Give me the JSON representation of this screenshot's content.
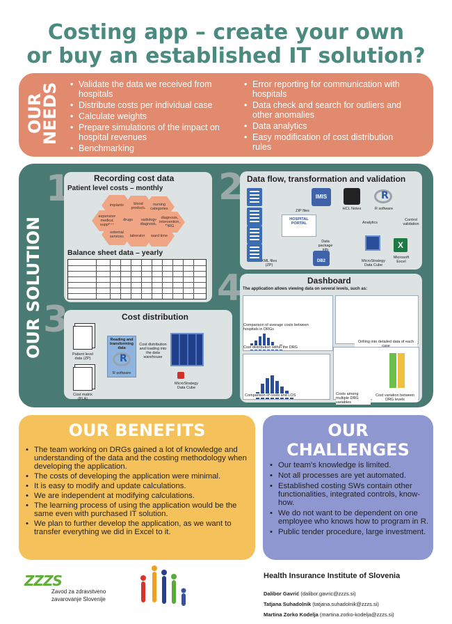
{
  "title": {
    "line1": "Costing app – create your own",
    "line2": "or buy an established IT solution?"
  },
  "needs": {
    "heading_line1": "OUR",
    "heading_line2": "NEEDS",
    "left_items": [
      "Validate the data we received from hospitals",
      "Distribute costs per individual case",
      "Calculate weights",
      "Prepare simulations of the impact on hospital revenues",
      "Benchmarking"
    ],
    "right_items": [
      "Error reporting for communication with hospitals",
      "Data check and search for outliers and other anomalies",
      "Data analytics",
      "Easy modification of cost distribution rules"
    ]
  },
  "solution": {
    "heading": "OUR SOLUTION",
    "step1": {
      "number": "1",
      "title": "Recording cost data",
      "patient_heading": "Patient level costs – monthly",
      "hexes": [
        "implants",
        "blood products",
        "nursing categories",
        "expensive medical supplies",
        "drugs",
        "radiology diagnostic",
        "diagnosis, intervention, DRG",
        "external services",
        "laboratory",
        "ward time"
      ],
      "balance_heading": "Balance sheet data – yearly"
    },
    "step2": {
      "number": "2",
      "title": "Data flow, transformation and validation",
      "labels": {
        "imis": "IMIS",
        "zip": "ZIP files",
        "hospital": "HOSPITAL PORTAL",
        "xml": "XML files (ZP)",
        "package": "Data package info",
        "db2": "DB2",
        "hcl": "HCL Notes",
        "r_software": "R software",
        "analytics": "Analytics",
        "control": "Control validation",
        "microstrategy": "MicroStrategy Data Cube",
        "excel": "Microsoft Excel"
      }
    },
    "step3": {
      "number": "3",
      "title": "Cost distribution",
      "labels": {
        "patient_data": "Patient level data (ZP)",
        "cost_matrix": "Cost matrix (PLA)",
        "reading": "Reading and transforming data",
        "r_name": "R software",
        "distribution": "Cost distribution and loading into the data warehouse",
        "microstrategy": "MicroStrategy Data Cube"
      }
    },
    "step4": {
      "number": "4",
      "title": "Dashboard",
      "subtitle": "The application allows viewing data on several levels, such as:",
      "captions": [
        "Comparison of average costs between hospitals in DRGs",
        "Cost distribution within the DRG",
        "Drilling into detailed data of each case",
        "Comparison of costs and LOS",
        "Costs among multiple DRG variables",
        "Cost variation between DRG levels"
      ]
    }
  },
  "benefits": {
    "heading": "OUR BENEFITS",
    "items": [
      "The team working on DRGs gained a lot of knowledge and understanding of the data and the costing methodology when developing the application.",
      "The costs of developing the application were minimal.",
      "It is easy to modify and update calculations.",
      "We are independent at modifying calculations.",
      "The learning process of using the application would be the same even with purchased IT solution.",
      "We plan to further develop the application, as we want to transfer everything we did in Excel to it."
    ]
  },
  "challenges": {
    "heading_line1": "OUR",
    "heading_line2": "CHALLENGES",
    "items": [
      "Our team's knowledge is limited.",
      "Not all processes are yet automated.",
      "Established costing SWs contain other functionalities, integrated controls, know-how.",
      "We do not want to be dependent on one employee who knows how to program in R.",
      "Public tender procedure, large investment."
    ]
  },
  "footer": {
    "logo_text": "ZZZS",
    "org_line1": "Zavod za zdravstveno",
    "org_line2": "zavarovanje Slovenije",
    "institute": "Health Insurance Institute of Slovenia",
    "contacts": [
      {
        "name": "Dalibor Gavrić",
        "email": "(dalibor.gavric@zzzs.si)"
      },
      {
        "name": "Tatjana Suhadolnik",
        "email": "(tatjana.suhadolnik@zzzs.si)"
      },
      {
        "name": "Martina Zorko Kodelja",
        "email": "(martina.zorko-kodelja@zzzs.si)"
      }
    ]
  },
  "colors": {
    "title": "#4a8a80",
    "needs": "#e28a6d",
    "solution": "#4a7a74",
    "benefits": "#f5c15a",
    "challenges": "#8f97d0"
  }
}
